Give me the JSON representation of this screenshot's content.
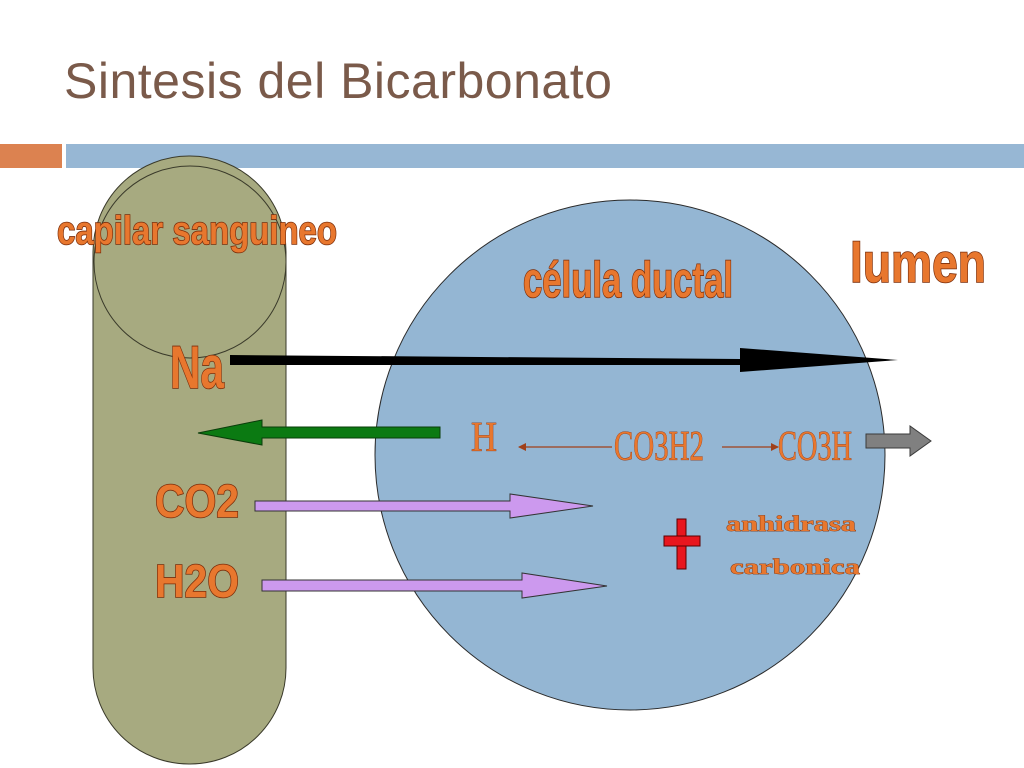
{
  "slide": {
    "title": "Sintesis del Bicarbonato"
  },
  "diagram": {
    "capillary_label": "capilar sanguineo",
    "cell_label": "célula ductal",
    "lumen_label": "lumen",
    "ions": {
      "na": "Na",
      "co2": "CO2",
      "h2o": "H2O"
    },
    "reaction": {
      "h": "H",
      "co3h2": "CO3H2",
      "co3h": "CO3H"
    },
    "enzyme": {
      "line1": "anhidrasa",
      "line2": "carbonica"
    }
  },
  "colors": {
    "title_text": "#7a5a4a",
    "capillary_fill": "#a7aa80",
    "cell_fill": "#94b6d3",
    "label_orange": "#e8772e",
    "na_arrow": "#000000",
    "h_arrow": "#0b7a12",
    "gas_arrows": "#cc99ee",
    "co3h_arrow": "#808080",
    "plus_sign": "#e8161e"
  }
}
